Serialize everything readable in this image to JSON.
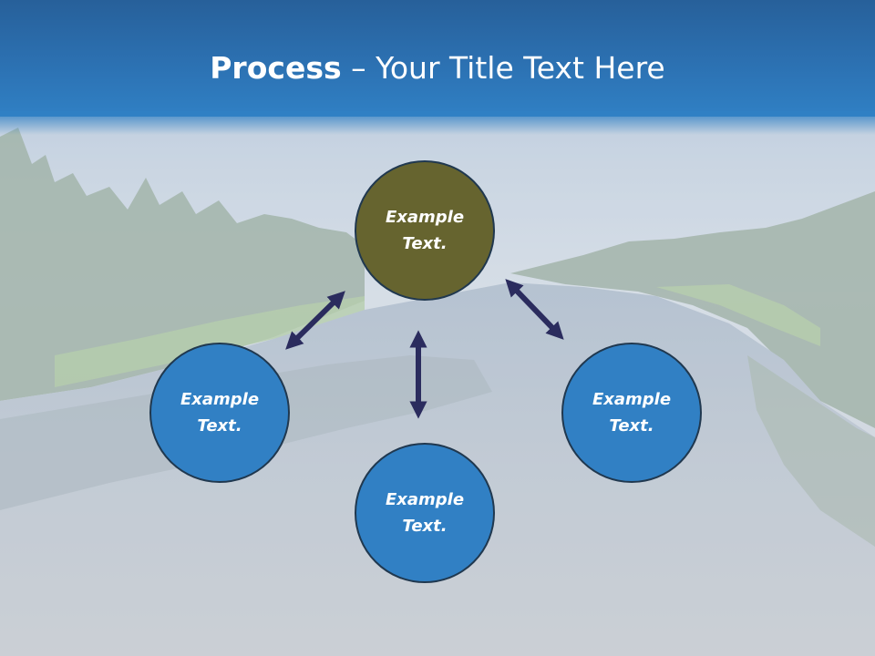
{
  "title": {
    "bold": "Process",
    "rest": " – Your Title Text Here"
  },
  "nodes": [
    {
      "id": "center",
      "label": "Example\nText.",
      "color": "#66642f"
    },
    {
      "id": "left",
      "label": "Example\nText.",
      "color": "#3180c4"
    },
    {
      "id": "bottom",
      "label": "Example\nText.",
      "color": "#3180c4"
    },
    {
      "id": "right",
      "label": "Example\nText.",
      "color": "#3180c4"
    }
  ],
  "colors": {
    "header": "#2c71b2",
    "arrow": "#2b2c5e",
    "circle_border": "#20384f",
    "text": "#ffffff"
  },
  "background": "faded photo of a forest river landscape"
}
